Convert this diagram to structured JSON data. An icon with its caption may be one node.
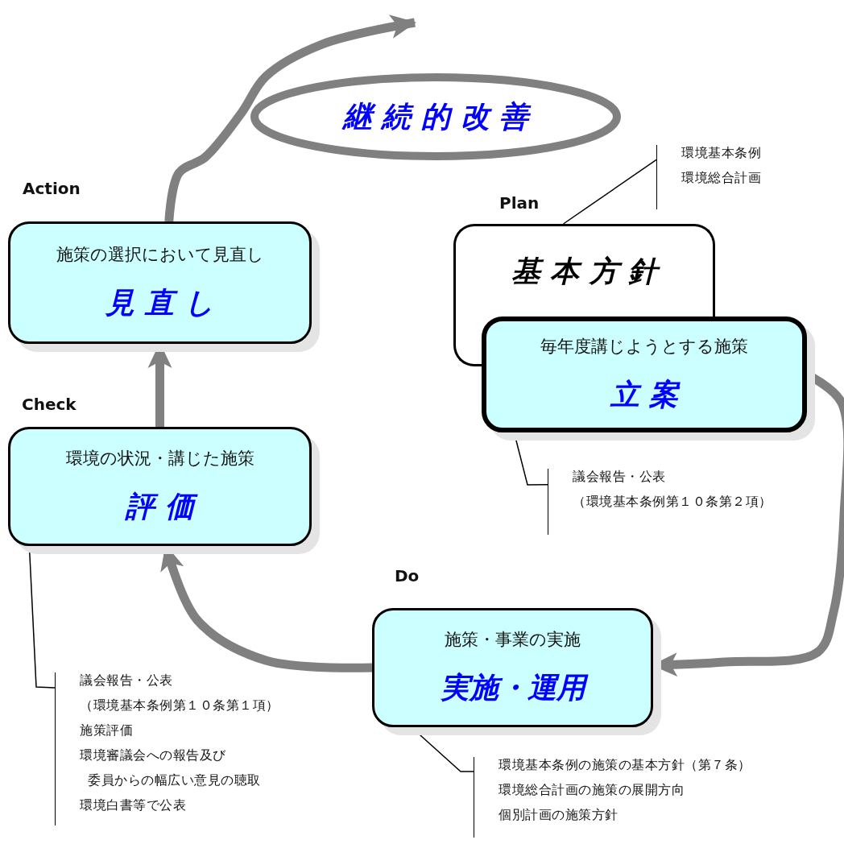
{
  "diagram": {
    "nodes": [
      {
        "text": [
          "施策の選択において見直し",
          "見 直 し"
        ]
      },
      {
        "text": [
          "基 本 方 針"
        ]
      },
      {
        "text": [
          "毎年度講じようとする施策",
          "立 案"
        ]
      },
      {
        "text": [
          "環境の状況・講じた施策",
          "評 価"
        ]
      },
      {
        "text": [
          "施策・事業の実施",
          "実施・運用"
        ]
      },
      {
        "text": [
          "継 続 的 改 善"
        ]
      },
      {
        "text": [
          "環境基本条例",
          "環境総合計画"
        ]
      },
      {
        "text": [
          "議会報告・公表",
          "（環境基本条例第１０条第２項）"
        ]
      },
      {
        "text": [
          "議会報告・公表",
          "（環境基本条例第１０条第１項）",
          "施策評価",
          "環境審議会への報告及び",
          "委員からの幅広い意見の聴取",
          "環境白書等で公表"
        ]
      },
      {
        "text": [
          "環境基本条例の施策の基本方針（第７条）",
          "環境総合計画の施策の展開方向",
          "個別計画の施策方針"
        ]
      }
    ],
    "edges": [
      {
        "from": 0,
        "to": null,
        "arrow": "to",
        "style": "thick",
        "color": "#808080"
      },
      {
        "from": 3,
        "to": 0,
        "arrow": "to",
        "style": "thick",
        "color": "#808080"
      },
      {
        "from": 4,
        "to": 3,
        "arrow": "to",
        "style": "thick",
        "color": "#808080"
      },
      {
        "from": 2,
        "to": 4,
        "arrow": "to",
        "style": "thick",
        "color": "#808080"
      },
      {
        "from": 6,
        "to": 1,
        "arrow": "none",
        "color": "#000000"
      },
      {
        "from": 7,
        "to": 2,
        "arrow": "none",
        "color": "#000000"
      },
      {
        "from": 8,
        "to": 3,
        "arrow": "none",
        "color": "#000000"
      },
      {
        "from": 9,
        "to": 4,
        "arrow": "none",
        "color": "#000000"
      }
    ],
    "labels": [
      "Action",
      "Plan",
      "Check",
      "Do"
    ]
  }
}
